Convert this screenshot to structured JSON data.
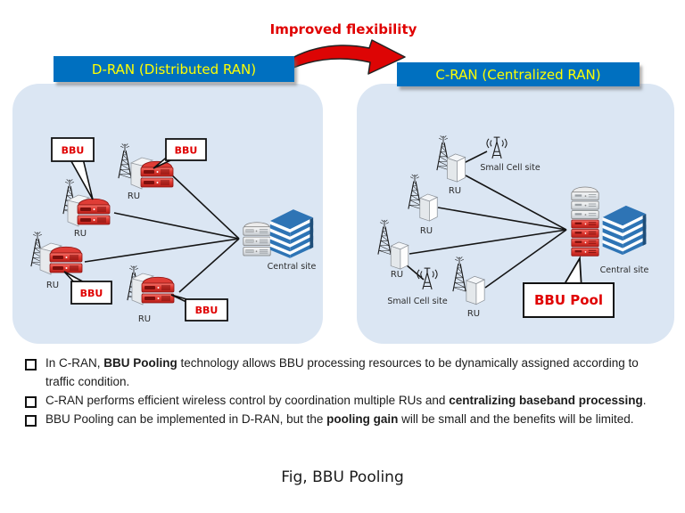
{
  "title": "Improved flexibility",
  "colors": {
    "header_bg": "#0070c0",
    "header_text": "#ffff00",
    "accent_red": "#e00000",
    "panel_bg": "#dbe6f3",
    "server_red": "#d93530",
    "building_blue": "#2e74b5"
  },
  "panels": {
    "dran": {
      "header": "D-RAN (Distributed RAN)",
      "bbu_label": "BBU",
      "ru_label": "RU",
      "central_site": "Central site"
    },
    "cran": {
      "header": "C-RAN (Centralized RAN)",
      "ru_label": "RU",
      "small_cell": "Small Cell site",
      "central_site": "Central site",
      "bbu_pool": "BBU Pool"
    }
  },
  "bullets": [
    {
      "segments": [
        {
          "text": "In C-RAN, ",
          "bold": false
        },
        {
          "text": "BBU Pooling",
          "bold": true
        },
        {
          "text": " technology allows BBU processing resources to be dynamically assigned according to traffic condition.",
          "bold": false
        }
      ]
    },
    {
      "segments": [
        {
          "text": "C-RAN performs efficient wireless control by coordination multiple RUs and ",
          "bold": false
        },
        {
          "text": "centralizing baseband processing",
          "bold": true
        },
        {
          "text": ".",
          "bold": false
        }
      ]
    },
    {
      "segments": [
        {
          "text": "BBU Pooling can be implemented in D-RAN, but the ",
          "bold": false
        },
        {
          "text": "pooling gain",
          "bold": true
        },
        {
          "text": " will be small and the benefits will be limited.",
          "bold": false
        }
      ]
    }
  ],
  "caption": "Fig, BBU Pooling"
}
